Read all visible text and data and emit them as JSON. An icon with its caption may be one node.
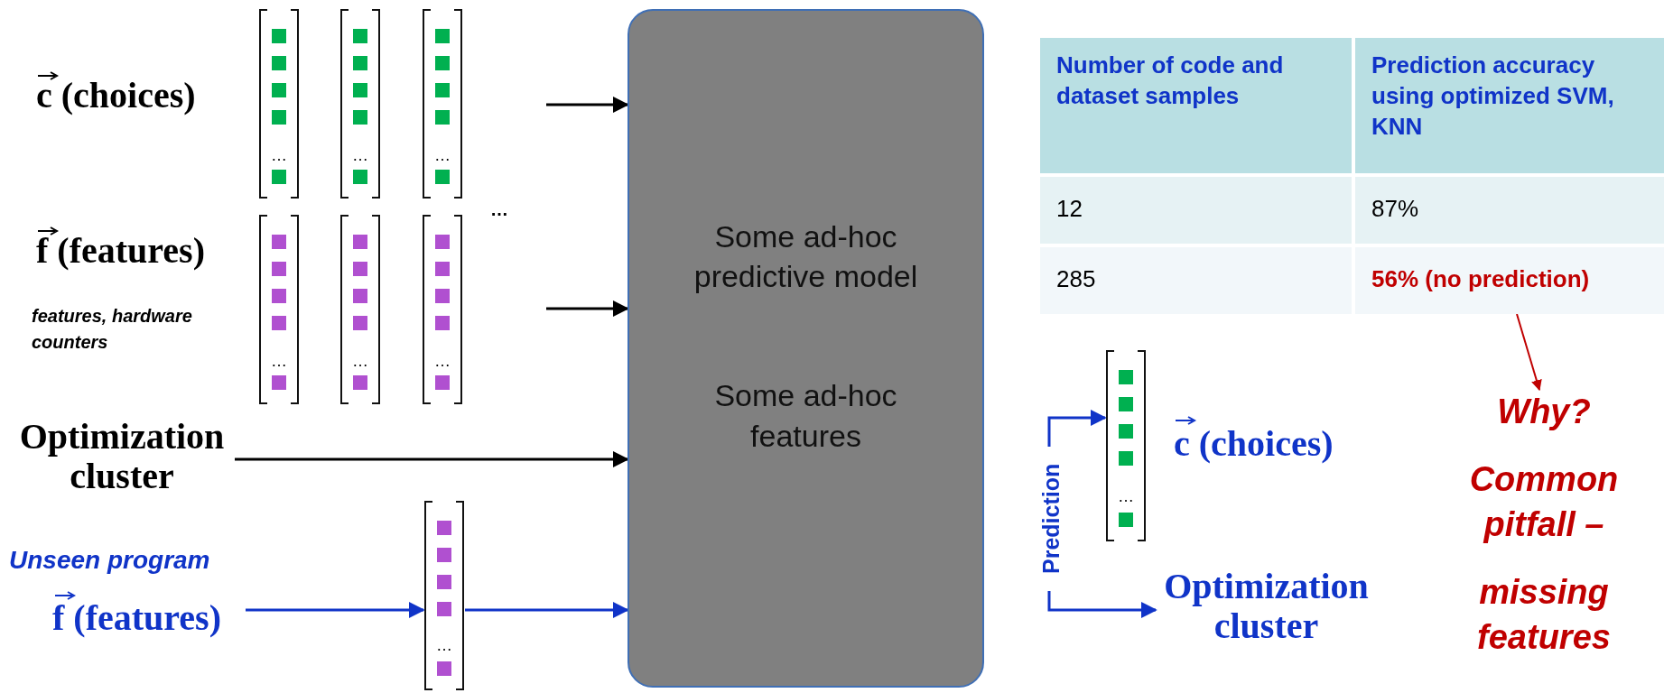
{
  "diagram": {
    "nodes": [
      {
        "text": [
          "Some ad-hoc predictive model",
          "Some ad-hoc features"
        ]
      },
      {
        "text": [
          "Optimization cluster"
        ]
      },
      {
        "text": [
          "Unseen program",
          "f (features)"
        ]
      },
      {
        "text": [
          "…"
        ]
      },
      {
        "text": [
          "Prediction"
        ]
      },
      {
        "text": [
          "…"
        ],
        "beside": [
          "c (choices)"
        ]
      },
      {
        "text": [
          "Optimization cluster"
        ]
      },
      {
        "text": [
          "Why?",
          "Common pitfall –",
          "missing features"
        ]
      },
      {
        "text": [
          "56% (no prediction)"
        ]
      }
    ],
    "edges": [
      {
        "from": null,
        "to": 0,
        "arrow": "to",
        "color": "#000000"
      },
      {
        "from": null,
        "to": 0,
        "arrow": "to",
        "color": "#000000"
      },
      {
        "from": 1,
        "to": 0,
        "arrow": "to",
        "color": "#000000"
      },
      {
        "from": 2,
        "to": 3,
        "arrow": "to",
        "color": "#1034c8"
      },
      {
        "from": 3,
        "to": 0,
        "arrow": "to",
        "color": "#1034c8"
      },
      {
        "from": 4,
        "to": 5,
        "arrow": "to",
        "color": "#1034c8"
      },
      {
        "from": 4,
        "to": 6,
        "arrow": "to",
        "color": "#1034c8"
      },
      {
        "from": 8,
        "to": 7,
        "arrow": "to",
        "color": "#c00000"
      }
    ],
    "labels": [
      "c (choices)",
      "…",
      "…",
      "…",
      "Number of code and dataset samples",
      "Prediction accuracy using optimized SVM, KNN",
      "12",
      "87%",
      "285",
      "…",
      "f (features)",
      "…",
      "…",
      "…",
      "features, hardware counters"
    ]
  }
}
